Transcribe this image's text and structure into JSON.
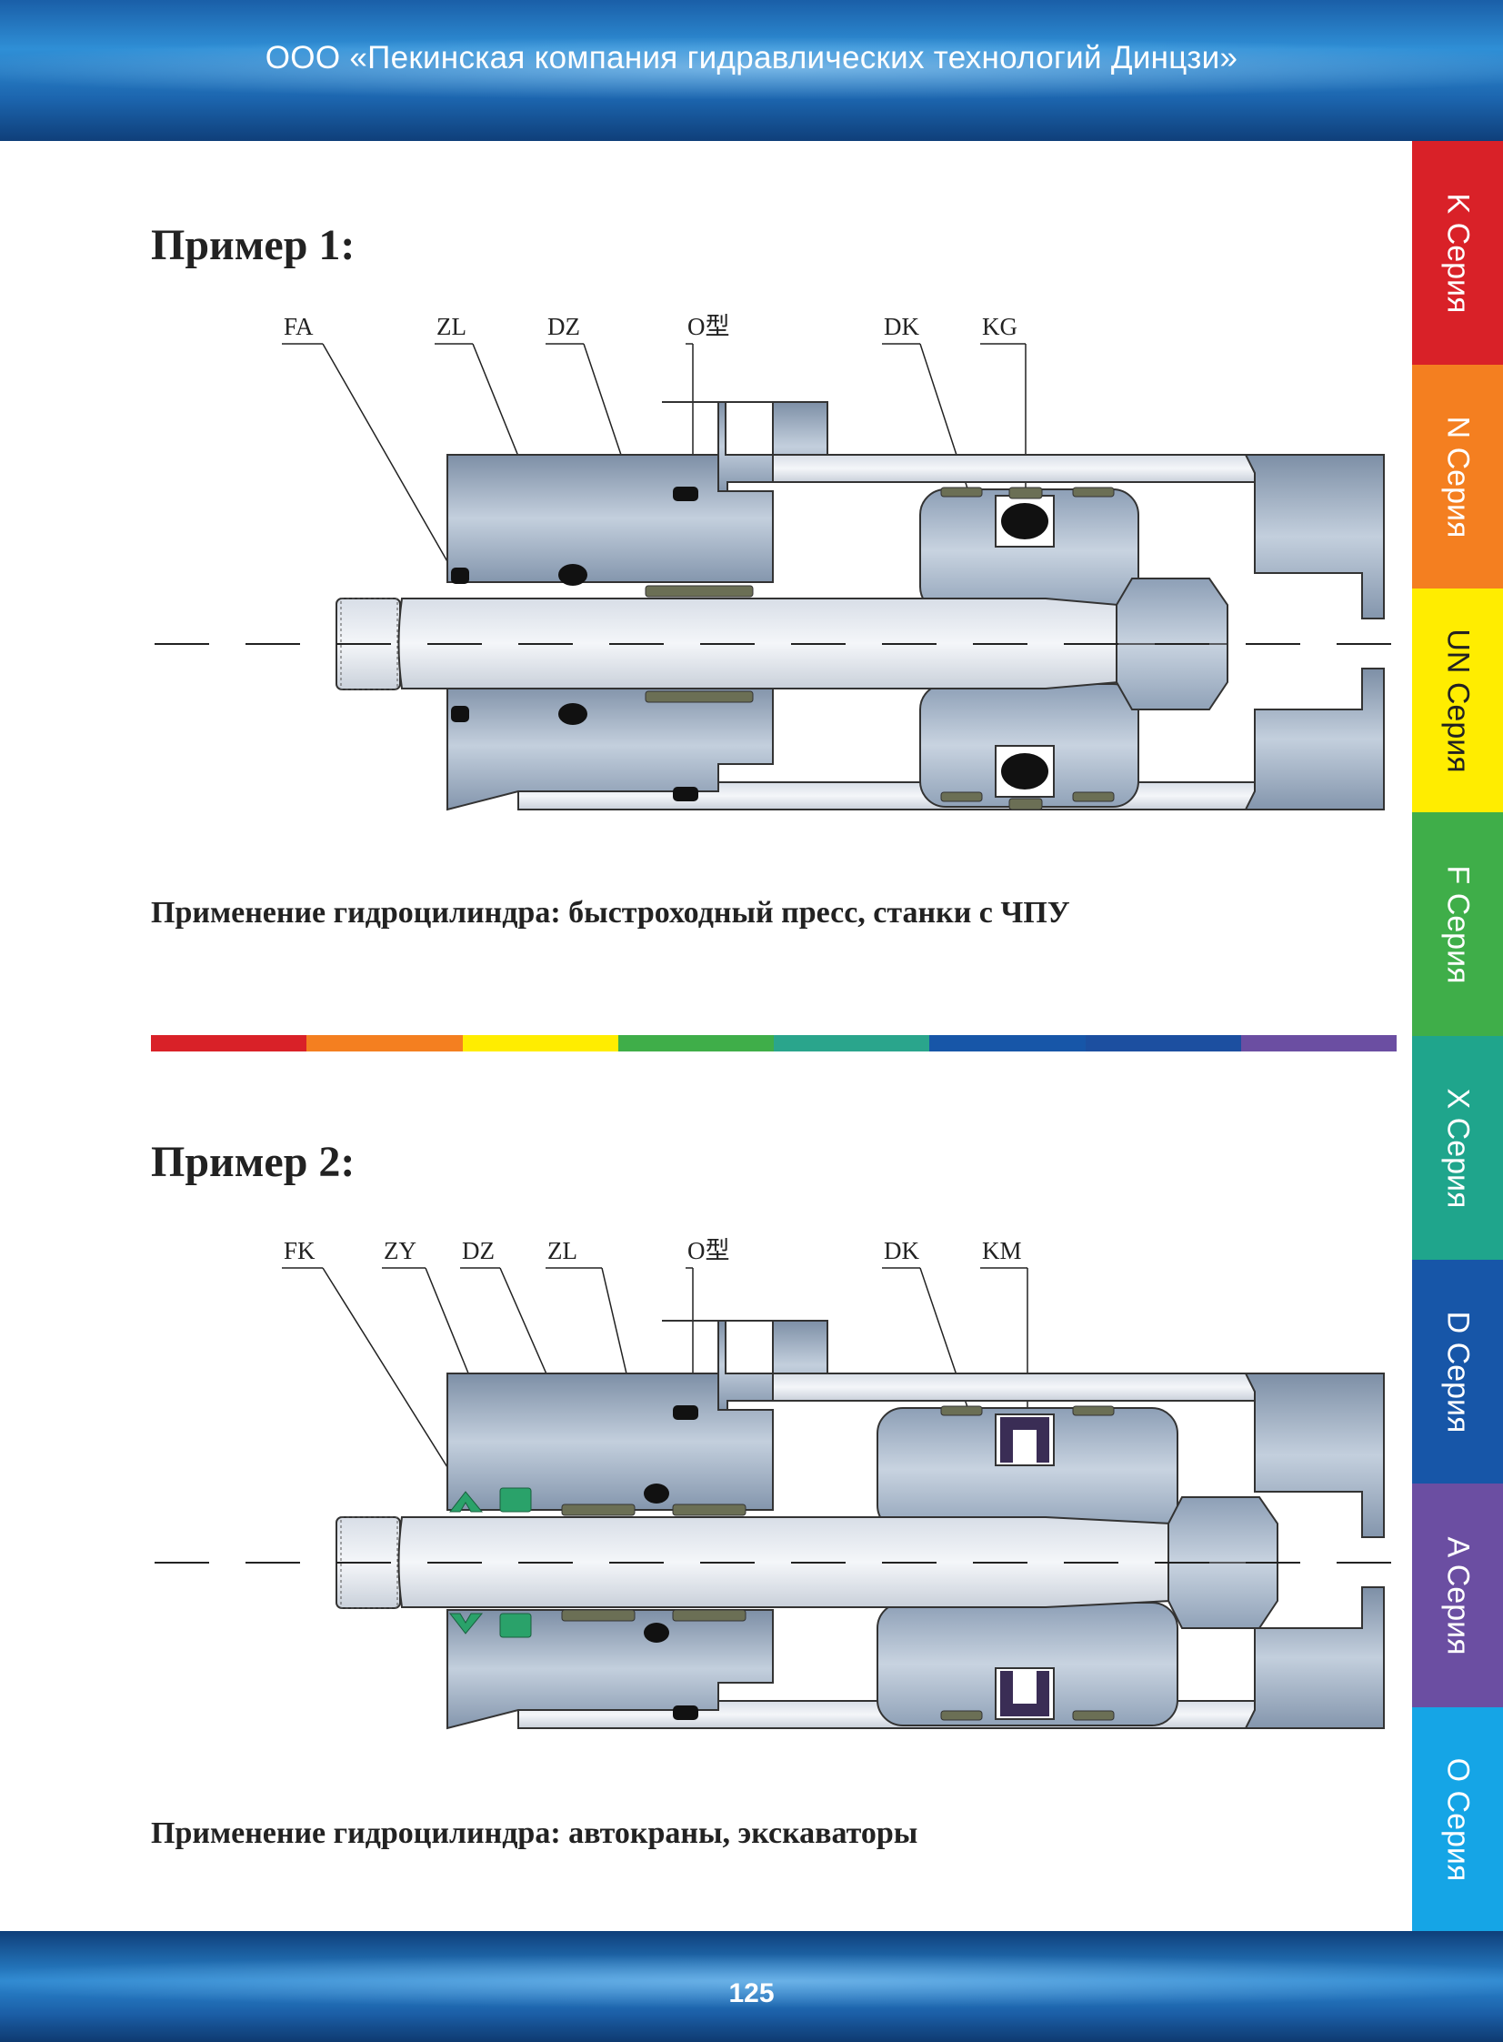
{
  "header": {
    "title": "ООО «Пекинская компания гидравлических технологий Динцзи»"
  },
  "footer": {
    "page_number": "125"
  },
  "side_tabs": [
    {
      "label": "K Серия",
      "color": "#d92128",
      "text_color": "#ffffff"
    },
    {
      "label": "N Серия",
      "color": "#f47f20",
      "text_color": "#ffffff"
    },
    {
      "label": "UN Серия",
      "color": "#ffed00",
      "text_color": "#222222"
    },
    {
      "label": "F Серия",
      "color": "#3fae49",
      "text_color": "#ffffff"
    },
    {
      "label": "X Серия",
      "color": "#1fa58c",
      "text_color": "#ffffff"
    },
    {
      "label": "D Серия",
      "color": "#1756a8",
      "text_color": "#ffffff"
    },
    {
      "label": "A Серия",
      "color": "#6b4ea2",
      "text_color": "#ffffff"
    },
    {
      "label": "O Серия",
      "color": "#15a5e6",
      "text_color": "#ffffff"
    }
  ],
  "examples": [
    {
      "title": "Пример 1:",
      "labels": [
        "FA",
        "ZL",
        "DZ",
        "O型",
        "DK",
        "KG"
      ],
      "application": "Применение гидроцилиндра: быстроходный пресс, станки с ЧПУ"
    },
    {
      "title": "Пример 2:",
      "labels": [
        "FK",
        "ZY",
        "DZ",
        "ZL",
        "O型",
        "DK",
        "KM"
      ],
      "application": "Применение гидроцилиндра: автокраны, экскаваторы"
    }
  ],
  "divider_colors": [
    "#d92128",
    "#f47f20",
    "#ffed00",
    "#3fae49",
    "#2aa58c",
    "#1756a8",
    "#1c4fa0",
    "#6b4ea2"
  ]
}
